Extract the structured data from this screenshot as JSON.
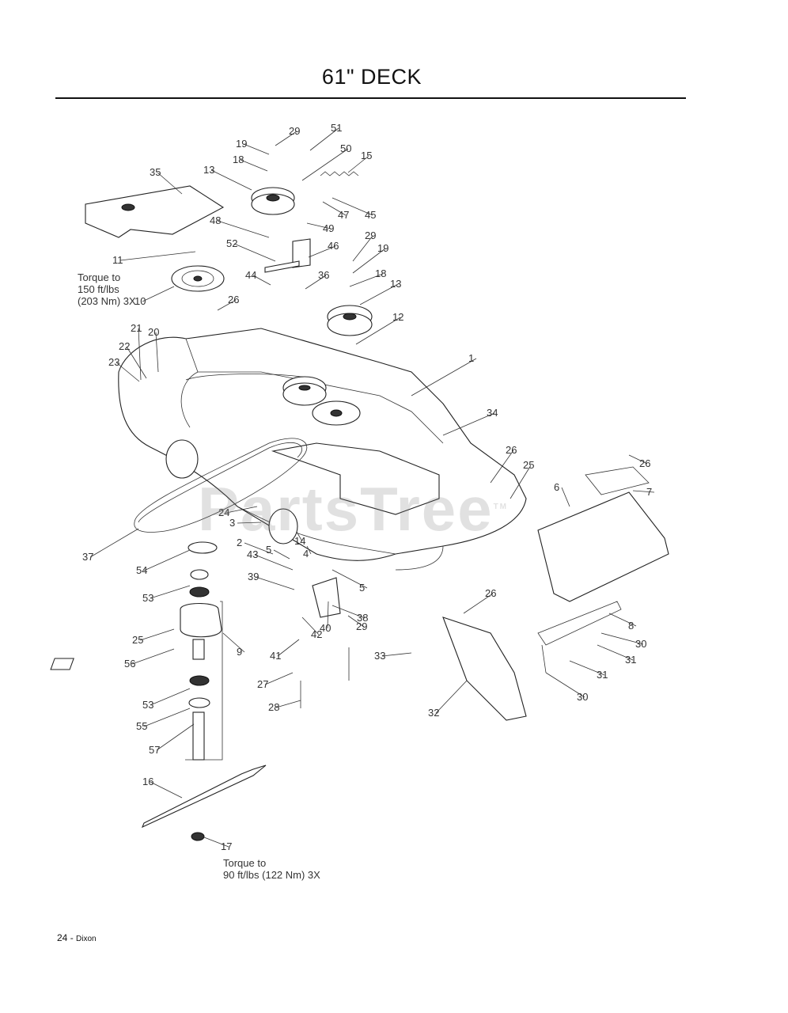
{
  "page": {
    "title": "61\" DECK",
    "footer_page": "24",
    "footer_sep": " - ",
    "footer_brand": "Dixon",
    "watermark": "PartsTree",
    "watermark_tm": "TM"
  },
  "notes": {
    "torque_top_1": "Torque to",
    "torque_top_2": "150 ft/lbs",
    "torque_top_3": "(203 Nm) 3X",
    "torque_bottom_1": "Torque to",
    "torque_bottom_2": "90 ft/lbs (122 Nm) 3X"
  },
  "callouts": [
    "29",
    "51",
    "19",
    "50",
    "18",
    "15",
    "35",
    "13",
    "45",
    "47",
    "49",
    "48",
    "52",
    "46",
    "11",
    "44",
    "36",
    "10",
    "26",
    "29",
    "19",
    "18",
    "13",
    "12",
    "21",
    "20",
    "22",
    "1",
    "23",
    "34",
    "26",
    "26",
    "25",
    "7",
    "6",
    "24",
    "3",
    "37",
    "2",
    "5",
    "14",
    "4",
    "43",
    "54",
    "39",
    "53",
    "5",
    "38",
    "25",
    "9",
    "41",
    "42",
    "40",
    "29",
    "26",
    "33",
    "56",
    "8",
    "30",
    "31",
    "27",
    "53",
    "31",
    "32",
    "30",
    "28",
    "55",
    "57",
    "16",
    "17"
  ]
}
